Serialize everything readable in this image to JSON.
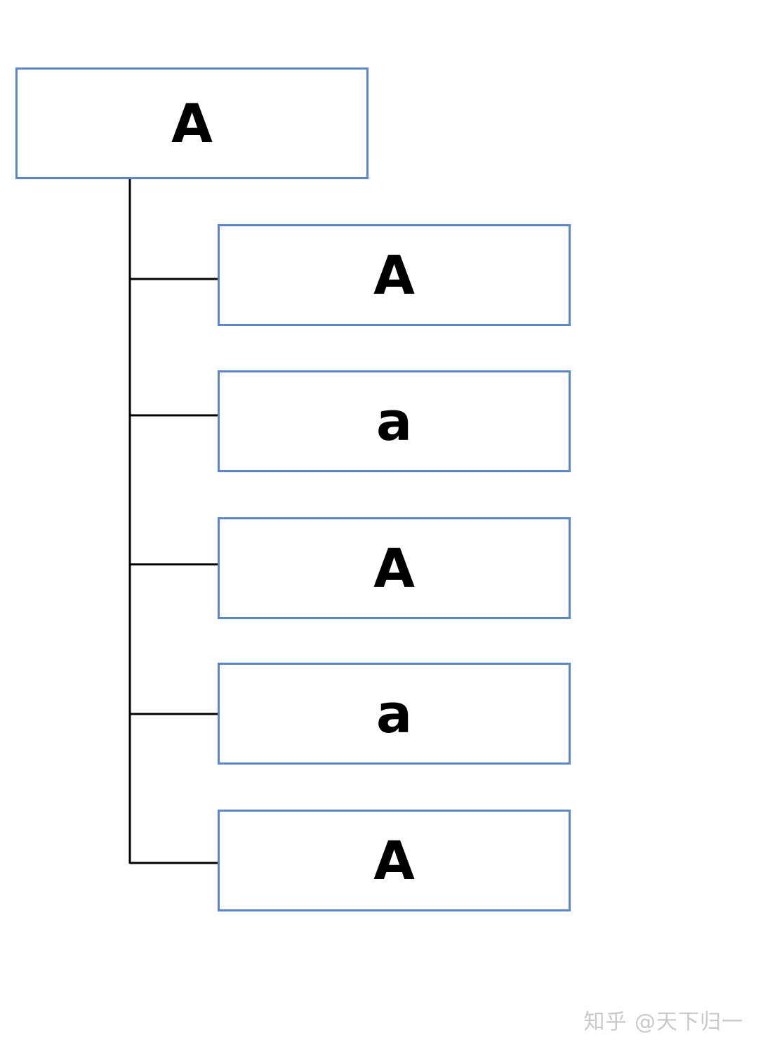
{
  "diagram": {
    "root": {
      "label": "A"
    },
    "children": [
      {
        "label": "A"
      },
      {
        "label": "a"
      },
      {
        "label": "A"
      },
      {
        "label": "a"
      },
      {
        "label": "A"
      }
    ]
  },
  "watermark": {
    "text": "知乎 @天下归一"
  },
  "colors": {
    "box_border": "#5b86c9",
    "connector": "#000000",
    "watermark": "#c9c9c9"
  }
}
